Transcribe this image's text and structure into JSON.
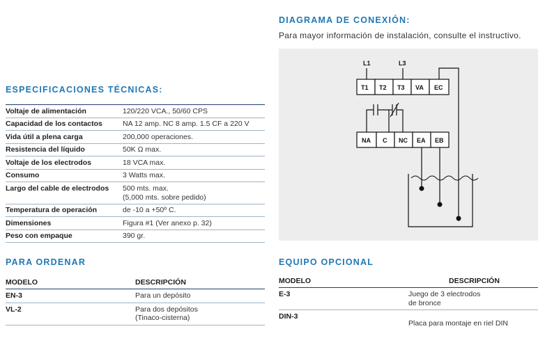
{
  "diagram_section": {
    "title": "DIAGRAMA DE CONEXIÓN:",
    "subtitle": "Para mayor información de instalación, consulte el instructivo.",
    "supply_labels": [
      "L1",
      "L3"
    ],
    "top_terminals": [
      "T1",
      "T2",
      "T3",
      "VA",
      "EC"
    ],
    "bottom_terminals": [
      "NA",
      "C",
      "NC",
      "EA",
      "EB"
    ]
  },
  "specs": {
    "title": "ESPECIFICACIONES TÉCNICAS:",
    "rows": [
      {
        "label": "Voltaje de alimentación",
        "value": "120/220 VCA., 50/60 CPS"
      },
      {
        "label": "Capacidad de los contactos",
        "value": "NA 12 amp. NC 8 amp. 1.5 CF a 220 V"
      },
      {
        "label": "Vida útil a plena carga",
        "value": "200,000 operaciones."
      },
      {
        "label": "Resistencia del líquido",
        "value": "50K Ω max."
      },
      {
        "label": "Voltaje de los electrodos",
        "value": "18 VCA max."
      },
      {
        "label": "Consumo",
        "value": "3 Watts max."
      },
      {
        "label": "Largo del cable de electrodos",
        "value": "500 mts. max.\n(5,000 mts. sobre pedido)"
      },
      {
        "label": "Temperatura de operación",
        "value": "de -10 a +50º C."
      },
      {
        "label": "Dimensiones",
        "value": "Figura #1 (Ver anexo p. 32)"
      },
      {
        "label": "Peso con empaque",
        "value": "390 gr."
      }
    ]
  },
  "ordering": {
    "title": "PARA ORDENAR",
    "col_model": "MODELO",
    "col_desc": "DESCRIPCIÓN",
    "rows": [
      {
        "model": "EN-3",
        "desc": "Para un depósito"
      },
      {
        "model": "VL-2",
        "desc": "Para dos depósitos\n(Tinaco-cisterna)"
      }
    ]
  },
  "optional": {
    "title": "EQUIPO OPCIONAL",
    "col_model": "MODELO",
    "col_desc": "DESCRIPCIÓN",
    "rows": [
      {
        "model": "E-3",
        "desc": "Juego de 3 electrodos\nde bronce"
      },
      {
        "model": "DIN-3",
        "desc": "Placa para montaje en riel DIN"
      }
    ]
  },
  "colors": {
    "accent": "#1f78b4",
    "rule": "#1f3e6b",
    "diagram_bg": "#ededed"
  }
}
